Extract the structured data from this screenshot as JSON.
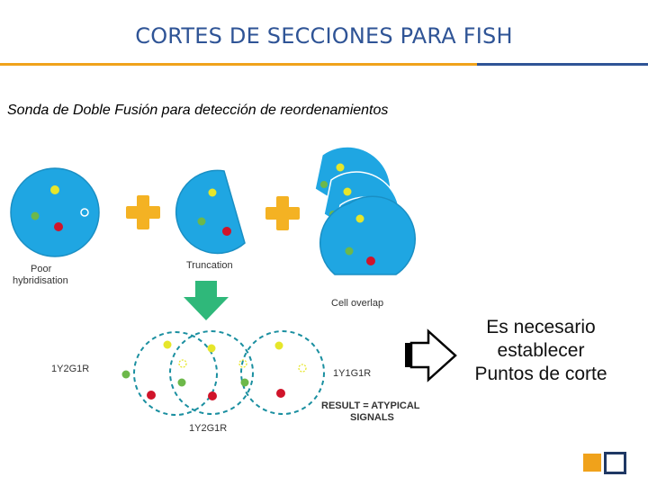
{
  "header": {
    "title": "CORTES DE SECCIONES PARA FISH"
  },
  "subtitle": "Sonda de Doble Fusión para detección de reordenamientos",
  "figure": {
    "labels": {
      "poor_line1": "Poor",
      "poor_line2": "hybridisation",
      "truncation": "Truncation",
      "cell_overlap": "Cell overlap",
      "left_code": "1Y2G1R",
      "right_code": "1Y1G1R",
      "bottom_code": "1Y2G1R",
      "result_line1": "RESULT = ATYPICAL",
      "result_line2": "SIGNALS"
    }
  },
  "note": {
    "line1": "Es necesario",
    "line2": "establecer",
    "line3": "Puntos de corte"
  },
  "colors": {
    "title": "#2f5496",
    "accent_orange": "#f0a21b",
    "accent_blue": "#2f5496",
    "cell_blue": "#1fa6e2",
    "plus_orange": "#f4b223",
    "arrow_green": "#2fb87a",
    "yellow_signal": "#e6e62a",
    "green_signal": "#6db84a",
    "red_signal": "#d0142a",
    "dashed_teal": "#1a8fa0"
  },
  "icons": [
    "plus-icon",
    "down-arrow-icon",
    "right-arrow-icon"
  ]
}
